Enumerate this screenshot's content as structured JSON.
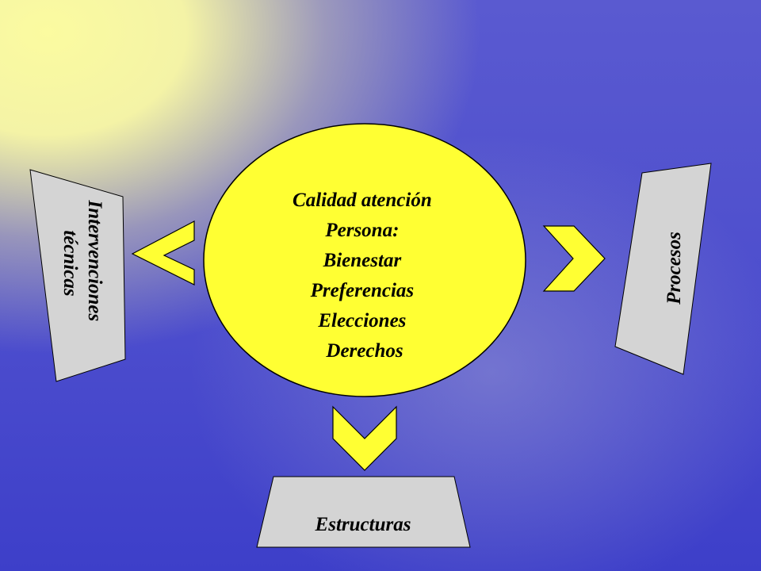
{
  "center": {
    "lines": [
      "Calidad atención",
      "Persona:",
      "Bienestar",
      "Preferencias",
      "Elecciones",
      "Derechos"
    ]
  },
  "left_box": {
    "lines": [
      "Intervenciones",
      "técnicas"
    ]
  },
  "right_box": {
    "label": "Procesos"
  },
  "bottom_box": {
    "label": "Estructuras"
  },
  "colors": {
    "circle_fill": "#ffff33",
    "arrow_fill": "#ffff33",
    "box_fill": "#d4d4d4",
    "outline": "#000000"
  }
}
